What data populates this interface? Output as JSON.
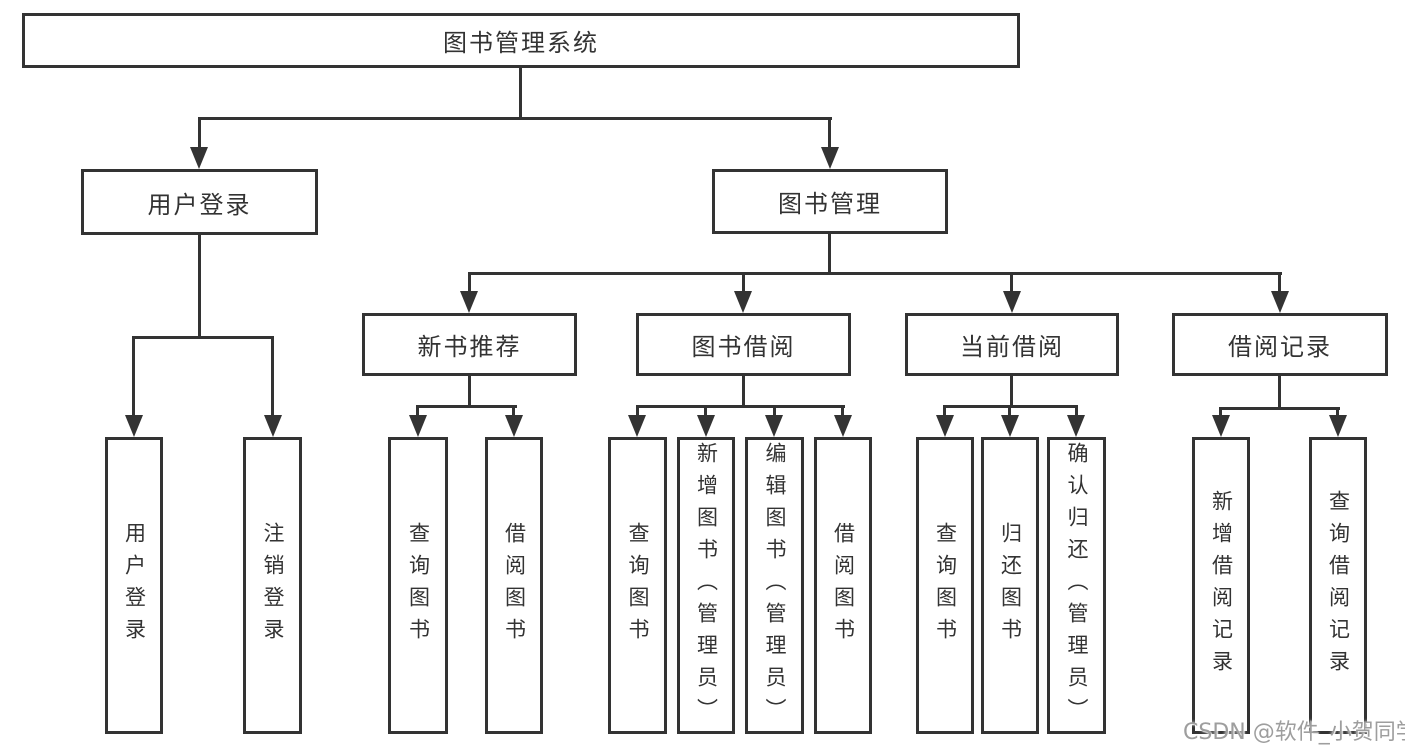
{
  "diagram": {
    "title": "图书管理系统",
    "root": {
      "label": "图书管理系统"
    },
    "level2": [
      {
        "label": "用户登录"
      },
      {
        "label": "图书管理"
      }
    ],
    "level3": [
      {
        "label": "新书推荐"
      },
      {
        "label": "图书借阅"
      },
      {
        "label": "当前借阅"
      },
      {
        "label": "借阅记录"
      }
    ],
    "leaves": {
      "login": [
        {
          "label": "用户登录"
        },
        {
          "label": "注销登录"
        }
      ],
      "recommend": [
        {
          "label": "查询图书"
        },
        {
          "label": "借阅图书"
        }
      ],
      "borrow": [
        {
          "label": "查询图书"
        },
        {
          "label": "新增图书（管理员）"
        },
        {
          "label": "编辑图书（管理员）"
        },
        {
          "label": "借阅图书"
        }
      ],
      "current": [
        {
          "label": "查询图书"
        },
        {
          "label": "归还图书"
        },
        {
          "label": "确认归还（管理员）"
        }
      ],
      "records": [
        {
          "label": "新增借阅记录"
        },
        {
          "label": "查询借阅记录"
        }
      ]
    },
    "watermark": "CSDN @软件_小贺同学",
    "colors": {
      "line": "#333333",
      "text": "#333333",
      "background": "#ffffff",
      "watermark": "#9e9e9e"
    }
  }
}
